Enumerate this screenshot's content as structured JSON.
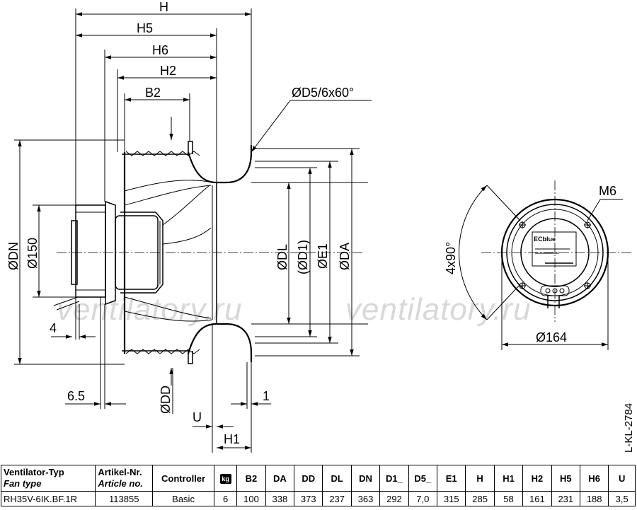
{
  "drawing": {
    "dims_top": [
      "H",
      "H5",
      "H6",
      "H2",
      "B2"
    ],
    "d5_label": "ØD5/6x60°",
    "vertical_labels": [
      "ØDN",
      "Ø150",
      "ØDL",
      "(ØD1)",
      "ØE1",
      "ØDA",
      "ØDD"
    ],
    "small_dims": {
      "four": "4",
      "six_five": "6.5",
      "one": "1",
      "u": "U",
      "h1": "H1"
    },
    "front_view": {
      "m6": "M6",
      "angle": "4x90°",
      "dia": "Ø164",
      "label_chip": "ECblue"
    },
    "drawing_no": "L-KL-2784",
    "watermark": "ventilatory.ru"
  },
  "table": {
    "headers": {
      "fan_type_de": "Ventilator-Typ",
      "fan_type_en": "Fan type",
      "article_de": "Artikel-Nr.",
      "article_en": "Article no.",
      "controller": "Controller",
      "kg_icon": "kg",
      "cols": [
        "B2",
        "DA",
        "DD",
        "DL",
        "DN",
        "D1_",
        "D5_",
        "E1",
        "H",
        "H1",
        "H2",
        "H5",
        "H6",
        "U"
      ]
    },
    "row": {
      "fan_type": "RH35V-6IK.BF.1R",
      "article": "113855",
      "controller": "Basic",
      "weight": "6",
      "values": [
        "100",
        "338",
        "373",
        "237",
        "363",
        "292",
        "7,0",
        "315",
        "285",
        "58",
        "161",
        "231",
        "188",
        "3,5"
      ]
    }
  }
}
